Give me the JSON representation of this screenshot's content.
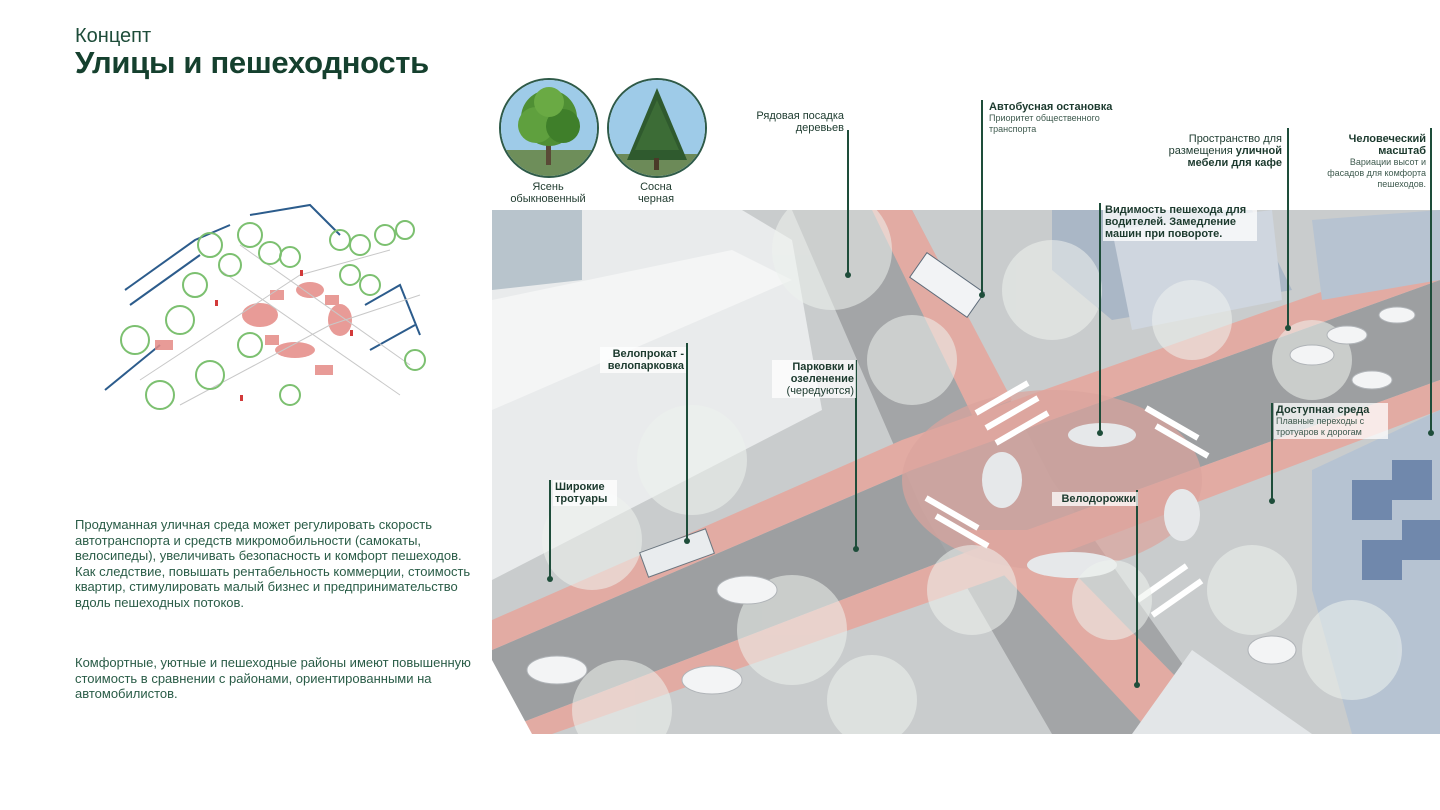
{
  "header": {
    "subtitle": "Концепт",
    "title": "Улицы и пешеходность"
  },
  "paragraphs": [
    "Продуманная уличная среда может регулировать скорость автотранспорта и средств микромобильности (самокаты, велосипеды), увеличивать безопасность и комфорт пешеходов. Как следствие, повышать рентабельность коммерции, стоимость квартир, стимулировать малый бизнес и предпринимательство вдоль пешеходных потоков.",
    "Комфортные, уютные и пешеходные районы имеют повышенную стоимость в сравнении с районами, ориентированными на автомобилистов."
  ],
  "trees": [
    {
      "name": "Ясень обыкновенный",
      "line1": "Ясень",
      "line2": "обыкновенный"
    },
    {
      "name": "Сосна черная",
      "line1": "Сосна",
      "line2": "черная"
    }
  ],
  "labels": {
    "row_planting": {
      "line1": "Рядовая посадка",
      "line2": "деревьев"
    },
    "bus_stop": {
      "title": "Автобусная остановка",
      "sub1": "Приоритет общественного",
      "sub2": "транспорта"
    },
    "cafe_furniture": {
      "line1": "Пространство для",
      "line2a": "размещения ",
      "line2b": "уличной",
      "line3": "мебели для кафе"
    },
    "human_scale": {
      "title1": "Человеческий",
      "title2": "масштаб",
      "sub1": "Вариации высот и",
      "sub2": "фасадов для комфорта",
      "sub3": "пешеходов."
    },
    "pedestrian_visibility": {
      "line1": "Видимость пешехода для",
      "line2": "водителей. Замедление",
      "line3": "машин при повороте."
    },
    "bike_rental": {
      "line1": "Велопрокат -",
      "line2": "велопарковка"
    },
    "parking_greenery": {
      "line1": "Парковки и",
      "line2": "озеленение",
      "line3": "(чередуются)"
    },
    "accessible": {
      "title": "Доступная среда",
      "sub1": "Плавные переходы с",
      "sub2": "тротуаров к дорогам"
    },
    "wide_sidewalks": {
      "line1": "Широкие",
      "line2": "тротуары"
    },
    "bike_lanes": {
      "line1": "Велодорожки"
    }
  },
  "colors": {
    "accent": "#1e4d3a",
    "sidewalk_red": "#e0a8a0",
    "road_gray": "#9a9c9e",
    "tree_green": "#8fbf6a"
  }
}
